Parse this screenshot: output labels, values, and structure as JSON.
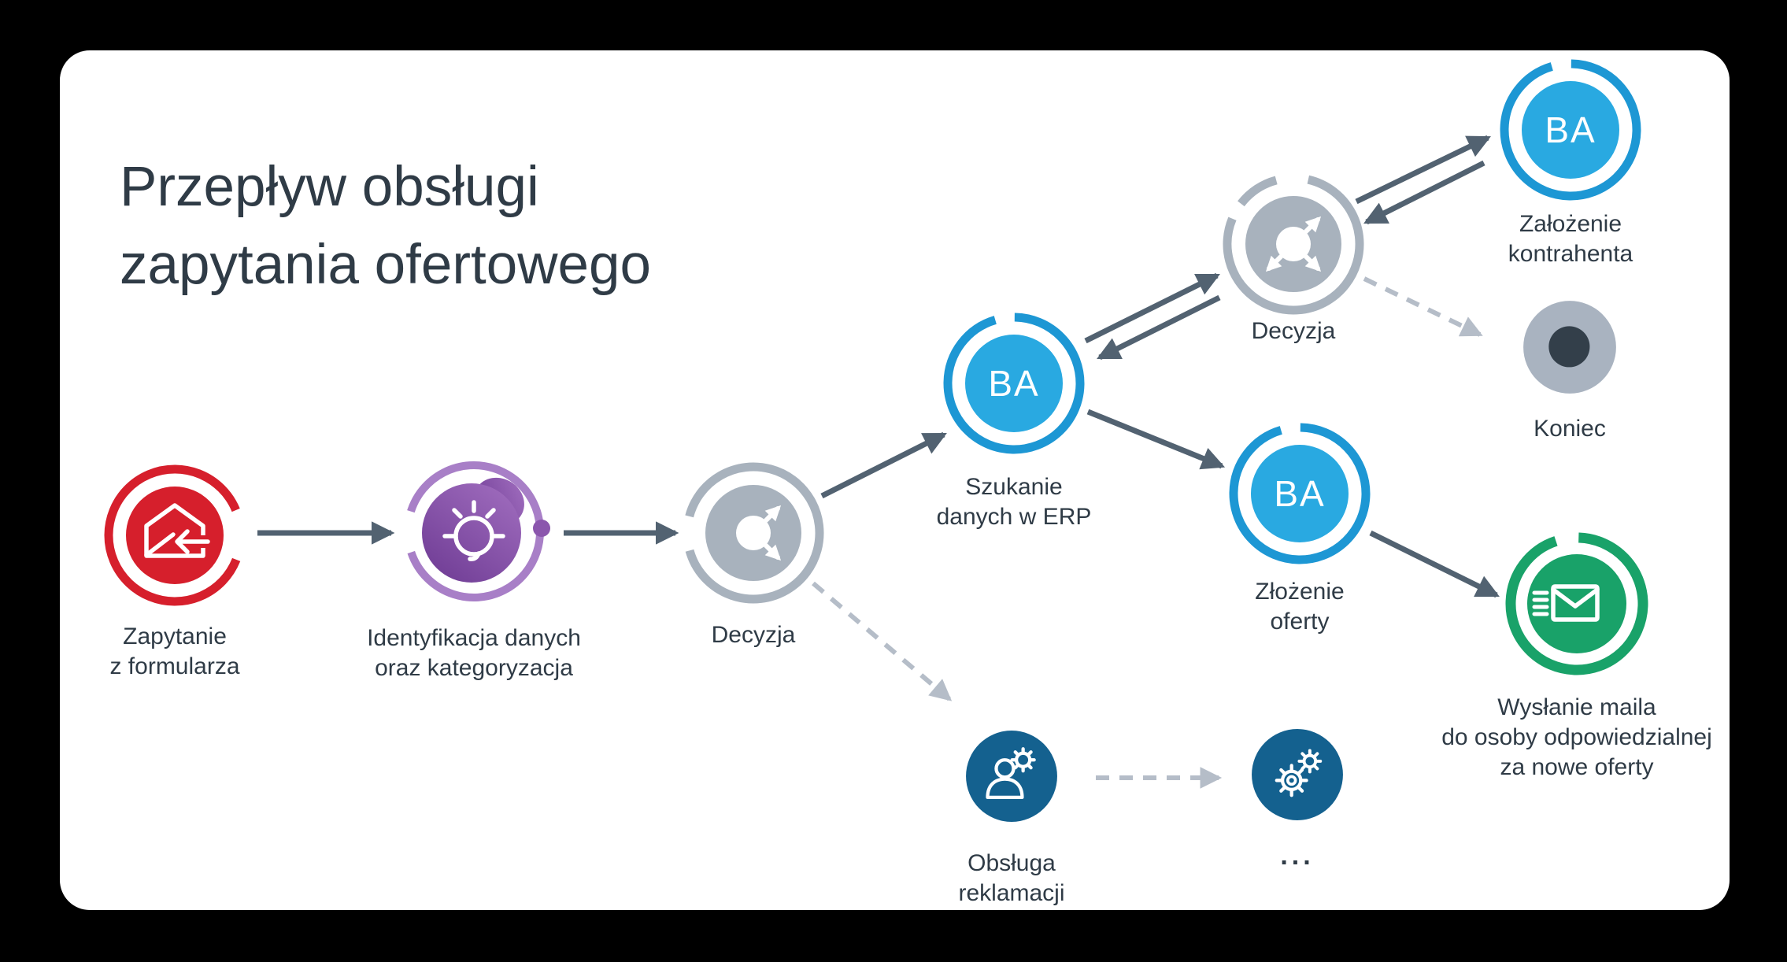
{
  "title": {
    "line1": "Przepływ obsługi",
    "line2": "zapytania ofertowego"
  },
  "nodes": {
    "zapytanie": {
      "label": "Zapytanie\nz formularza",
      "icon": "mail-received-icon"
    },
    "identyfikacja": {
      "label": "Identyfikacja danych\noraz kategoryzacja",
      "icon": "idea-bulb-icon"
    },
    "decyzja1": {
      "label": "Decyzja",
      "icon": "decision-split-icon"
    },
    "szukanie": {
      "label": "Szukanie\ndanych w ERP",
      "badge": "BA"
    },
    "decyzja2": {
      "label": "Decyzja",
      "icon": "decision-split-icon"
    },
    "zalozenie": {
      "label": "Założenie\nkontrahenta",
      "badge": "BA"
    },
    "koniec": {
      "label": "Koniec",
      "icon": "end-dot-icon"
    },
    "zlozenie": {
      "label": "Złożenie\noferty",
      "badge": "BA"
    },
    "wyslanie": {
      "label": "Wysłanie maila\ndo osoby odpowiedzialnej\nza nowe oferty",
      "icon": "mail-send-icon"
    },
    "obsluga": {
      "label": "Obsługa\nreklamacji",
      "icon": "person-gear-icon"
    },
    "dalej": {
      "label": "...",
      "icon": "gears-icon"
    }
  },
  "colors": {
    "red": "#d61f2c",
    "purple_dark": "#723f97",
    "purple_light": "#a26fc0",
    "purple_ring": "#a87fc7",
    "purple_dot": "#8b56ad",
    "blue_fill": "#29a9e1",
    "blue_ring": "#1d97d4",
    "gray": "#a8b2bd",
    "gray_light": "#a9b3c0",
    "dark": "#333f4a",
    "green": "#19a269",
    "navy": "#14618f",
    "arrow": "#526271",
    "arrow_dashed": "#b5bdc8",
    "text": "#2f3b46"
  }
}
